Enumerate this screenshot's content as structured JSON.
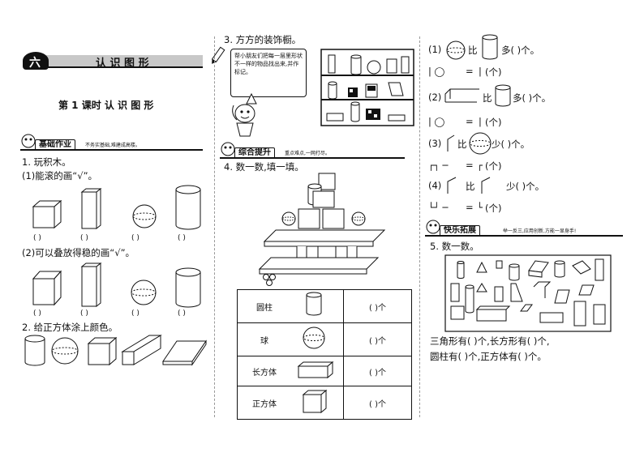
{
  "unit": {
    "number": "六",
    "title": "认 识 图 形"
  },
  "lesson_title": "第 1 课时   认 识 图 形",
  "sections": {
    "basic": {
      "tag": "基础作业",
      "slogan": "不务实基础,难建成高楼。"
    },
    "comprehensive": {
      "tag": "综合提升",
      "slogan": "重点难点,一网打尽。"
    },
    "fun": {
      "tag": "快乐拓展",
      "slogan": "举一反三,应用创新,方能一显身手!"
    }
  },
  "q1": {
    "title": "1. 玩积木。",
    "part1": "(1)能滚的画“√”。",
    "part2": "(2)可以叠放得稳的画“√”。",
    "paren": "(   )"
  },
  "q2": {
    "title": "2. 给正方体涂上颜色。"
  },
  "q3": {
    "title": "3. 方方的装饰橱。",
    "bubble": "帮小朋友们把每一层里形状不一样的物品找出来,并作标记。"
  },
  "q4": {
    "title": "4. 数一数,填一填。",
    "rows": [
      {
        "label": "圆柱",
        "answer": "(     )个"
      },
      {
        "label": "球",
        "answer": "(     )个"
      },
      {
        "label": "长方体",
        "answer": "(     )个"
      },
      {
        "label": "正方体",
        "answer": "(     )个"
      }
    ]
  },
  "compare": {
    "r1a": "(1)",
    "r1b": "比",
    "r1c": "多(     )个。",
    "r2a": "(2)",
    "r2b": "比",
    "r2c": "多(     )个。",
    "r3a": "(3)",
    "r3b": "比",
    "r3c": "少(     )个。",
    "r4a": "(4)",
    "r4b": "比",
    "r4c": "少(     )个。",
    "eq": "=",
    "unit": "(个)"
  },
  "q5": {
    "title": "5. 数一数。",
    "line1": "三角形有(      )个,长方形有(      )个,",
    "line2": "圆柱有(      )个,正方体有(      )个。"
  }
}
